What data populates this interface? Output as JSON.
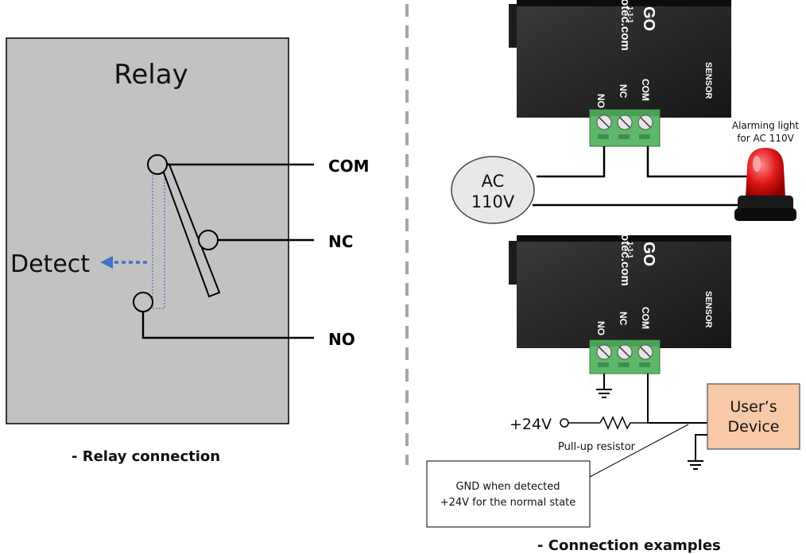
{
  "left": {
    "box_title": "Relay",
    "terminals": {
      "com": "COM",
      "nc": "NC",
      "no": "NO"
    },
    "detect_label": "Detect",
    "caption": "- Relay connection"
  },
  "right": {
    "device_top": {
      "brand_fragment_1": "GO",
      "brand_fragment_2": "1-1-1",
      "url_fragment": "otec.com",
      "sensor_label": "SENSOR",
      "pin_labels": [
        "NO",
        "NC",
        "COM"
      ]
    },
    "device_bottom": {
      "brand_fragment_1": "GO",
      "brand_fragment_2": "1-1-1",
      "url_fragment": "otec.com",
      "sensor_label": "SENSOR",
      "pin_labels": [
        "NO",
        "NC",
        "COM"
      ]
    },
    "ac_source": {
      "line1": "AC",
      "line2": "110V"
    },
    "alarm_label": {
      "line1": "Alarming light",
      "line2": "for AC 110V"
    },
    "supply_label": "+24V",
    "resistor_label": "Pull-up resistor",
    "user_device": {
      "line1": "User’s",
      "line2": "Device",
      "fill": "#f8c9a6"
    },
    "note": {
      "line1": "GND when detected",
      "line2": "+24V for the normal state"
    },
    "caption": "- Connection examples"
  },
  "colors": {
    "relay_box": "#c2c2c2",
    "detect_arrow": "#4472c4",
    "terminal_green": "#5fb86a",
    "alarm_red": "#e01616"
  }
}
